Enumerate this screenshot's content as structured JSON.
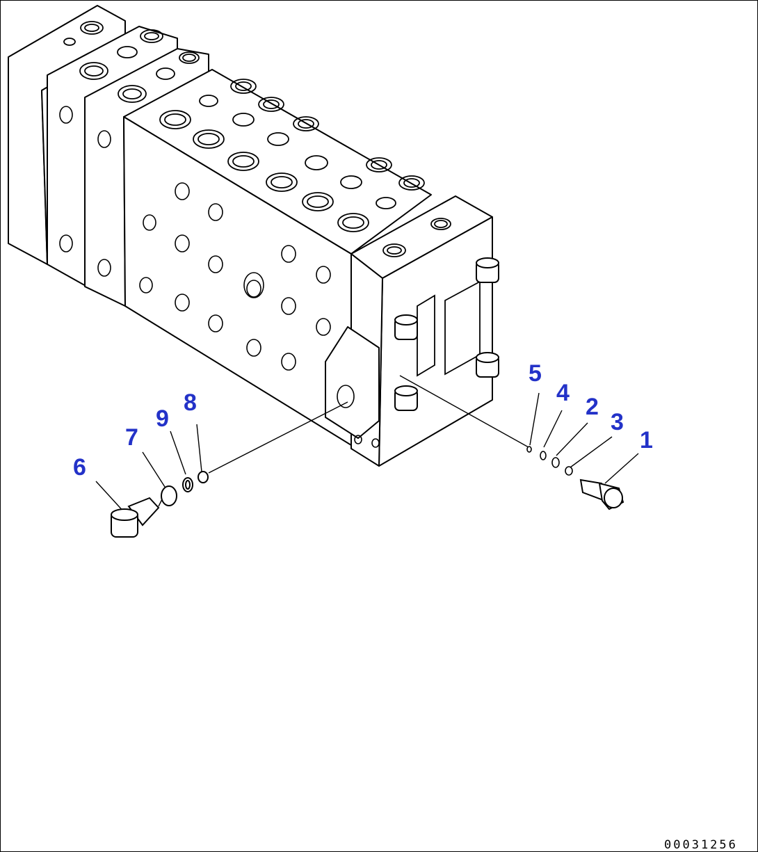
{
  "diagram": {
    "callouts": [
      {
        "id": "1",
        "label": "1"
      },
      {
        "id": "2",
        "label": "2"
      },
      {
        "id": "3",
        "label": "3"
      },
      {
        "id": "4",
        "label": "4"
      },
      {
        "id": "5",
        "label": "5"
      },
      {
        "id": "6",
        "label": "6"
      },
      {
        "id": "7",
        "label": "7"
      },
      {
        "id": "8",
        "label": "8"
      },
      {
        "id": "9",
        "label": "9"
      }
    ],
    "callout_color": "#2332c8",
    "drawing_number": "00031256"
  }
}
